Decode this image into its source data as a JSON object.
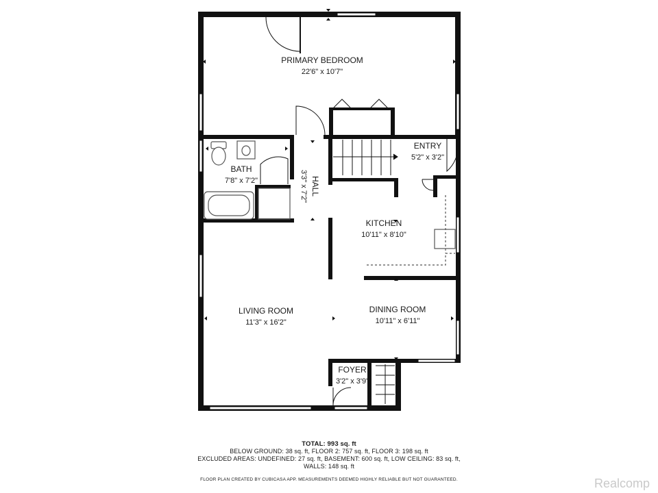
{
  "rooms": {
    "primary_bedroom": {
      "name": "PRIMARY BEDROOM",
      "dim": "22'6\" x 10'7\""
    },
    "entry": {
      "name": "ENTRY",
      "dim": "5'2\" x 3'2\""
    },
    "bath": {
      "name": "BATH",
      "dim": "7'8\" x 7'2\""
    },
    "hall": {
      "name": "HALL",
      "dim": "3'3\" x 7'2\""
    },
    "kitchen": {
      "name": "KITCHEN",
      "dim": "10'11\" x 8'10\""
    },
    "living_room": {
      "name": "LIVING ROOM",
      "dim": "11'3\" x 16'2\""
    },
    "dining_room": {
      "name": "DINING ROOM",
      "dim": "10'11\" x 6'11\""
    },
    "foyer": {
      "name": "FOYER",
      "dim": "3'2\" x 3'9\""
    }
  },
  "summary": {
    "total": "TOTAL: 993 sq. ft",
    "line1": "BELOW GROUND: 38 sq. ft, FLOOR 2: 757 sq. ft, FLOOR 3: 198 sq. ft",
    "line2": "EXCLUDED AREAS: UNDEFINED: 27 sq. ft, BASEMENT: 600 sq. ft, LOW CEILING: 83 sq. ft,",
    "line3": "WALLS: 148 sq. ft"
  },
  "disclaimer": "FLOOR PLAN CREATED BY CUBICASA APP. MEASUREMENTS DEEMED HIGHLY RELIABLE BUT NOT GUARANTEED.",
  "watermark": "Realcomp",
  "colors": {
    "wall": "#111111",
    "fixture": "#555555",
    "watermark": "#c9c9c9"
  }
}
